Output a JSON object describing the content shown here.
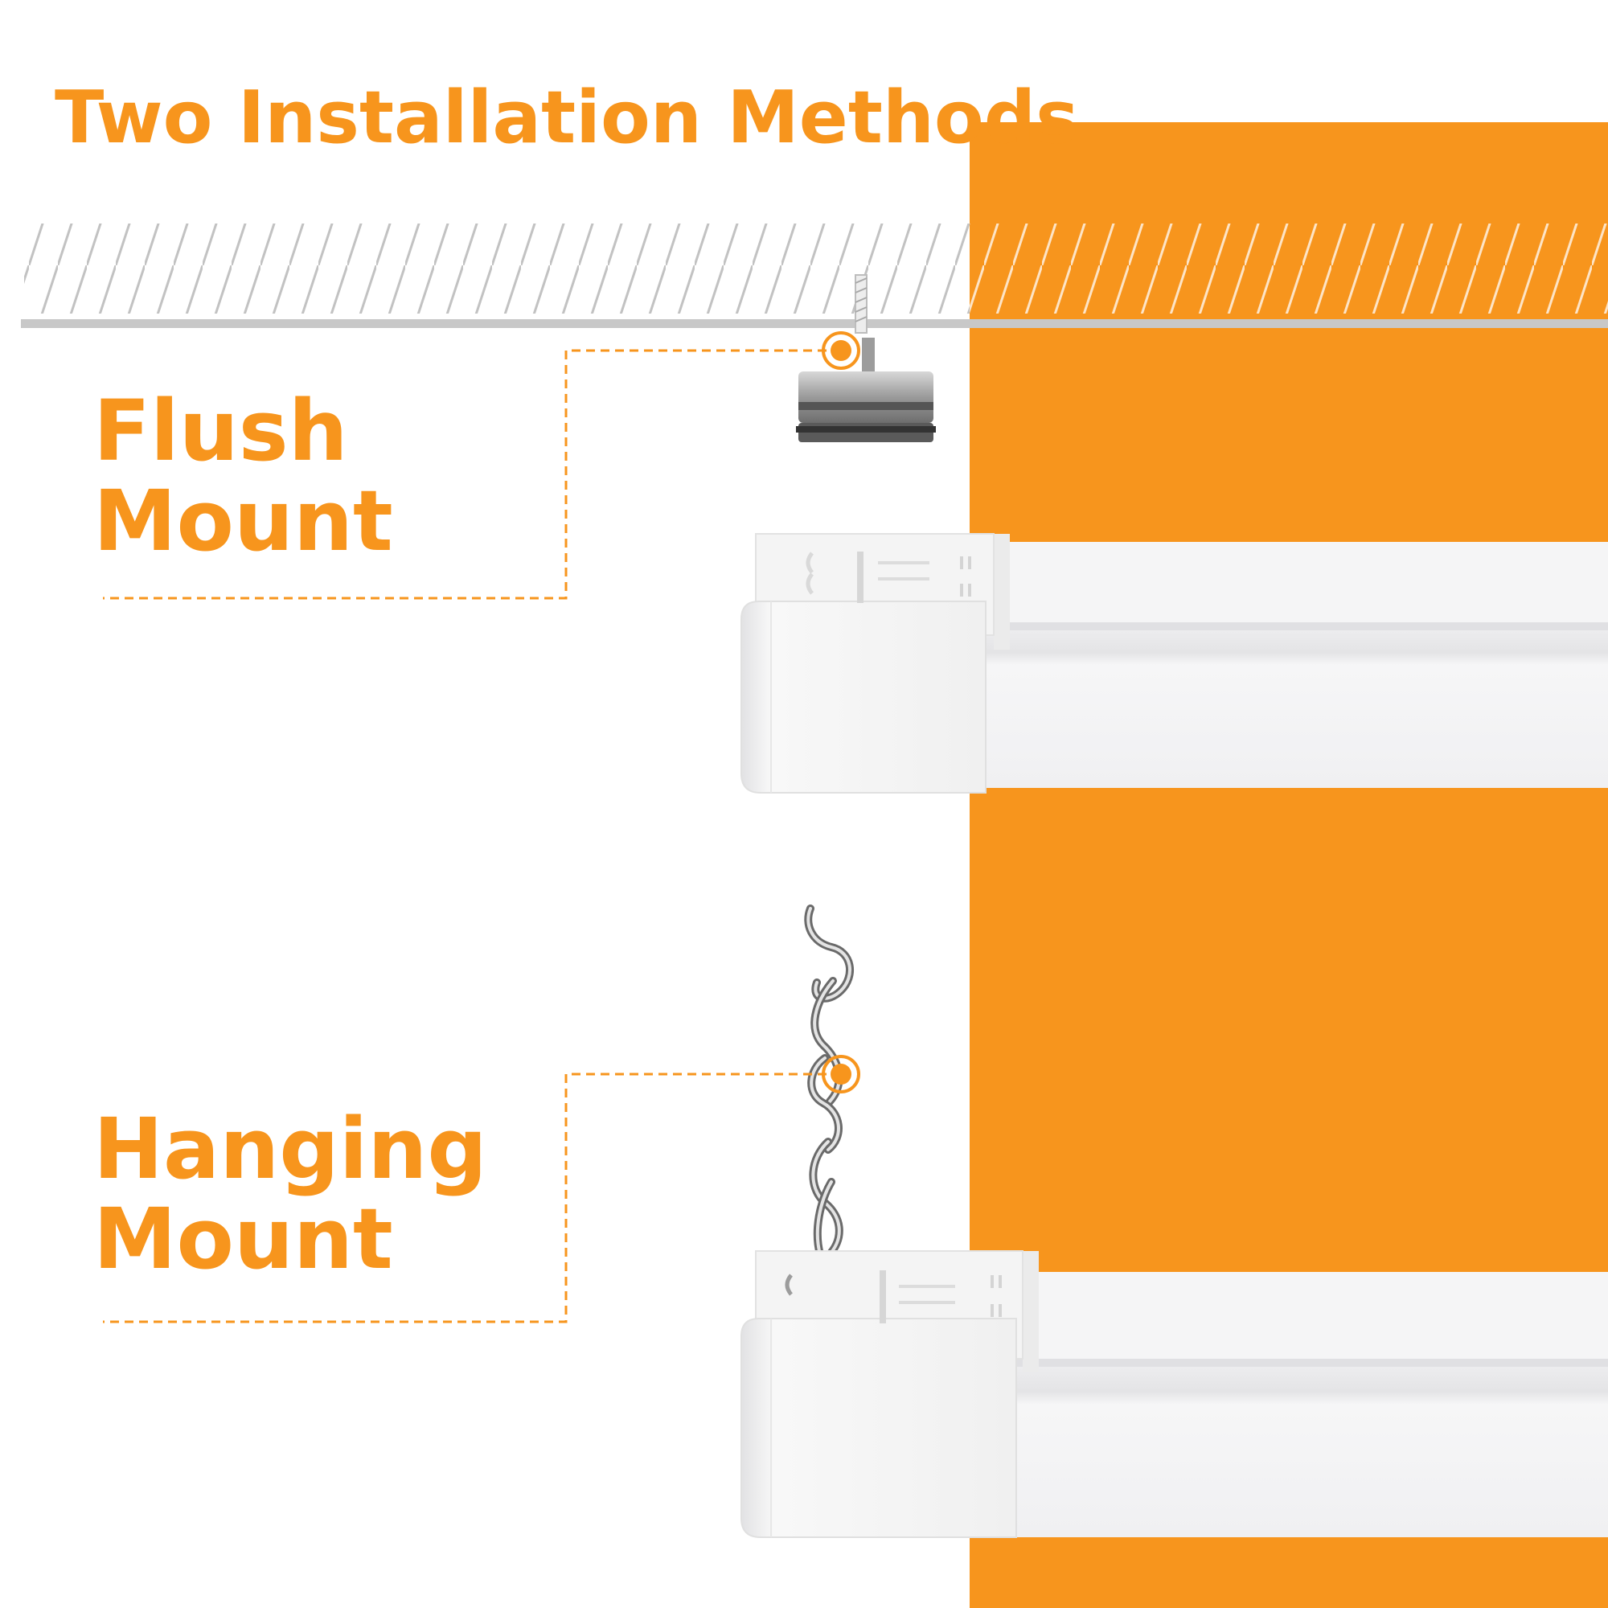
{
  "title": "Two Installation Methods",
  "methods": [
    {
      "line1": "Flush",
      "line2": "Mount"
    },
    {
      "line1": "Hanging",
      "line2": "Mount"
    }
  ],
  "colors": {
    "accent": "#F7951D",
    "ceiling_line": "#C8C8C8",
    "hatch": "#C2C2C2",
    "fixture": "#F1F1F1"
  },
  "icons": [
    "mounting-clip-icon",
    "chain-icon"
  ]
}
